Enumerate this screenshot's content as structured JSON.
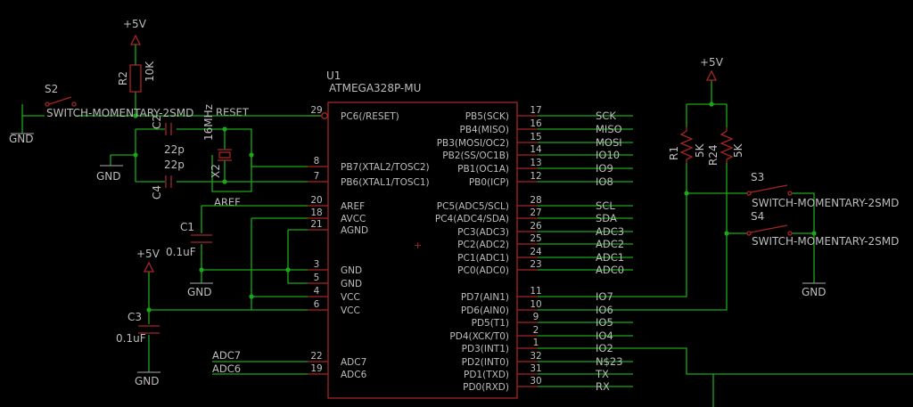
{
  "u1": {
    "name": "U1",
    "value": "ATMEGA328P-MU",
    "left_pins": [
      {
        "num": "29",
        "label": "PC6(/RESET)"
      },
      {
        "num": "8",
        "label": "PB7(XTAL2/TOSC2)"
      },
      {
        "num": "7",
        "label": "PB6(XTAL1/TOSC1)"
      },
      {
        "num": "20",
        "label": "AREF"
      },
      {
        "num": "18",
        "label": "AVCC"
      },
      {
        "num": "21",
        "label": "AGND"
      },
      {
        "num": "3",
        "label": "GND"
      },
      {
        "num": "5",
        "label": "GND"
      },
      {
        "num": "4",
        "label": "VCC"
      },
      {
        "num": "6",
        "label": "VCC"
      },
      {
        "num": "22",
        "label": "ADC7"
      },
      {
        "num": "19",
        "label": "ADC6"
      }
    ],
    "right_pins": [
      {
        "num": "17",
        "label": "PB5(SCK)",
        "net": "SCK"
      },
      {
        "num": "16",
        "label": "PB4(MISO)",
        "net": "MISO"
      },
      {
        "num": "15",
        "label": "PB3(MOSI/OC2)",
        "net": "MOSI"
      },
      {
        "num": "14",
        "label": "PB2(SS/OC1B)",
        "net": "IO10"
      },
      {
        "num": "13",
        "label": "PB1(OC1A)",
        "net": "IO9"
      },
      {
        "num": "12",
        "label": "PB0(ICP)",
        "net": "IO8"
      },
      {
        "num": "28",
        "label": "PC5(ADC5/SCL)",
        "net": "SCL"
      },
      {
        "num": "27",
        "label": "PC4(ADC4/SDA)",
        "net": "SDA"
      },
      {
        "num": "26",
        "label": "PC3(ADC3)",
        "net": "ADC3"
      },
      {
        "num": "25",
        "label": "PC2(ADC2)",
        "net": "ADC2"
      },
      {
        "num": "24",
        "label": "PC1(ADC1)",
        "net": "ADC1"
      },
      {
        "num": "23",
        "label": "PC0(ADC0)",
        "net": "ADC0"
      },
      {
        "num": "11",
        "label": "PD7(AIN1)",
        "net": "IO7"
      },
      {
        "num": "10",
        "label": "PD6(AIN0)",
        "net": "IO6"
      },
      {
        "num": "9",
        "label": "PD5(T1)",
        "net": "IO5"
      },
      {
        "num": "2",
        "label": "PD4(XCK/T0)",
        "net": "IO4"
      },
      {
        "num": "1",
        "label": "PD3(INT1)",
        "net": "IO2"
      },
      {
        "num": "32",
        "label": "PD2(INT0)",
        "net": "N$23"
      },
      {
        "num": "31",
        "label": "PD1(TXD)",
        "net": "TX"
      },
      {
        "num": "30",
        "label": "PD0(RXD)",
        "net": "RX"
      }
    ]
  },
  "nets": {
    "reset": "RESET",
    "aref": "AREF",
    "adc7": "ADC7",
    "adc6": "ADC6"
  },
  "components": {
    "s2_name": "S2",
    "s2_value": "SWITCH-MOMENTARY-2SMD",
    "s3_name": "S3",
    "s3_value": "SWITCH-MOMENTARY-2SMD",
    "s4_name": "S4",
    "s4_value": "SWITCH-MOMENTARY-2SMD",
    "r2_name": "R2",
    "r2_value": "10K",
    "r1_name": "R1",
    "r1_value": "5K",
    "r24_name": "R24",
    "r24_value": "5K",
    "c1_name": "C1",
    "c1_value": "0.1uF",
    "c3_name": "C3",
    "c3_value": "0.1uF",
    "c2_name": "C2",
    "c2_value": "22p",
    "c4_name": "C4",
    "c4_value": "22p",
    "x2_name": "X2",
    "x2_value": "16MHz"
  },
  "power": {
    "vcc": "+5V",
    "gnd": "GND"
  },
  "colors": {
    "background": "#000000",
    "wire": "#1aa81a",
    "part_outline": "#a52525",
    "text": "#bdbdbd",
    "supply_symbol": "#a52525"
  }
}
